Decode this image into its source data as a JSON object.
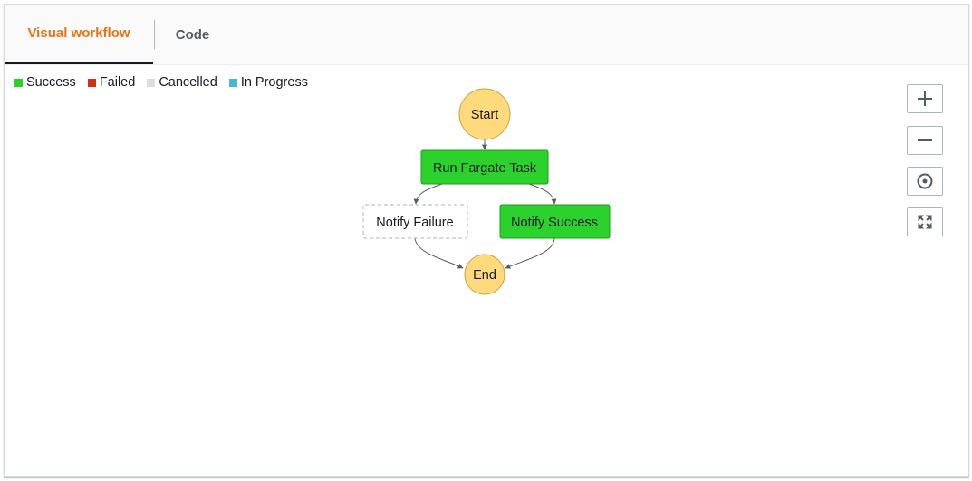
{
  "tabs": [
    {
      "label": "Visual workflow",
      "active": true
    },
    {
      "label": "Code",
      "active": false
    }
  ],
  "legend": [
    {
      "label": "Success",
      "color": "#2bd22b"
    },
    {
      "label": "Failed",
      "color": "#d13212"
    },
    {
      "label": "Cancelled",
      "color": "#dddddd"
    },
    {
      "label": "In Progress",
      "color": "#44b9d6"
    }
  ],
  "workflow": {
    "nodes": {
      "start": {
        "label": "Start",
        "shape": "circle",
        "state": "terminal",
        "color": "#ffda7d"
      },
      "run_task": {
        "label": "Run Fargate Task",
        "shape": "box",
        "state": "Success",
        "color": "#2bd22b"
      },
      "notify_failure": {
        "label": "Notify Failure",
        "shape": "box",
        "state": "not run",
        "color": "#ffffff"
      },
      "notify_success": {
        "label": "Notify Success",
        "shape": "box",
        "state": "Success",
        "color": "#2bd22b"
      },
      "end": {
        "label": "End",
        "shape": "circle",
        "state": "terminal",
        "color": "#ffda7d"
      }
    },
    "edges": [
      [
        "start",
        "run_task"
      ],
      [
        "run_task",
        "notify_failure"
      ],
      [
        "run_task",
        "notify_success"
      ],
      [
        "notify_failure",
        "end"
      ],
      [
        "notify_success",
        "end"
      ]
    ]
  },
  "zoom_controls": [
    {
      "icon": "zoom-in-icon",
      "action": "zoom in"
    },
    {
      "icon": "zoom-out-icon",
      "action": "zoom out"
    },
    {
      "icon": "center-icon",
      "action": "center"
    },
    {
      "icon": "fit-screen-icon",
      "action": "fit to screen"
    }
  ]
}
